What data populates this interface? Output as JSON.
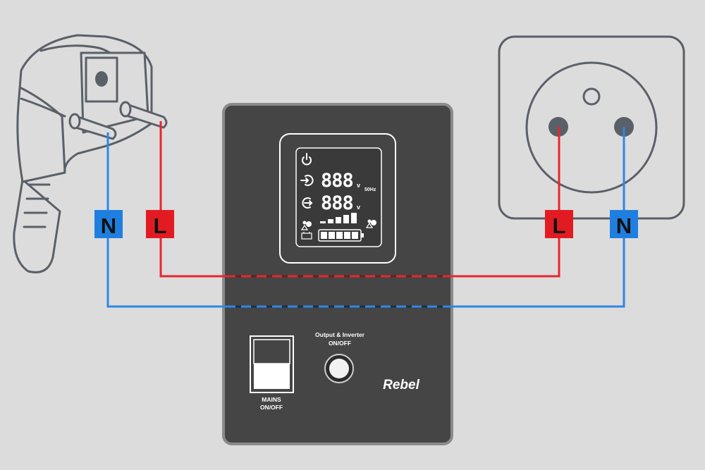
{
  "colors": {
    "background": "#dcdcdc",
    "outline": "#5a6068",
    "device_body": "#454545",
    "device_border": "#8a8a8a",
    "live_wire": "#e8262d",
    "neutral_wire": "#2f86e6",
    "label_live_bg": "#e21b22",
    "label_neutral_bg": "#1f7fe0",
    "label_text": "#111111",
    "lcd_line": "#ffffff"
  },
  "plug": {
    "icon": "schuko-plug-icon"
  },
  "socket": {
    "icon": "socket-outlet-icon"
  },
  "labels": {
    "plug_neutral": "N",
    "plug_live": "L",
    "socket_live": "L",
    "socket_neutral": "N"
  },
  "device": {
    "brand": "Rebel",
    "output_button_label_line1": "Output & Inverter",
    "output_button_label_line2": "ON/OFF",
    "mains_switch_label_line1": "MAINS",
    "mains_switch_label_line2": "ON/OFF",
    "display": {
      "input_reading": "888",
      "input_unit": "v",
      "frequency": "50Hz",
      "output_reading": "888",
      "output_unit": "v",
      "power_icon": "power-icon",
      "input_icon": "input-arrow-icon",
      "output_icon": "output-arrow-icon",
      "load_icon": "load-icon",
      "battery_icon": "battery-icon",
      "load_bars": 5,
      "battery_segments": 5
    }
  }
}
